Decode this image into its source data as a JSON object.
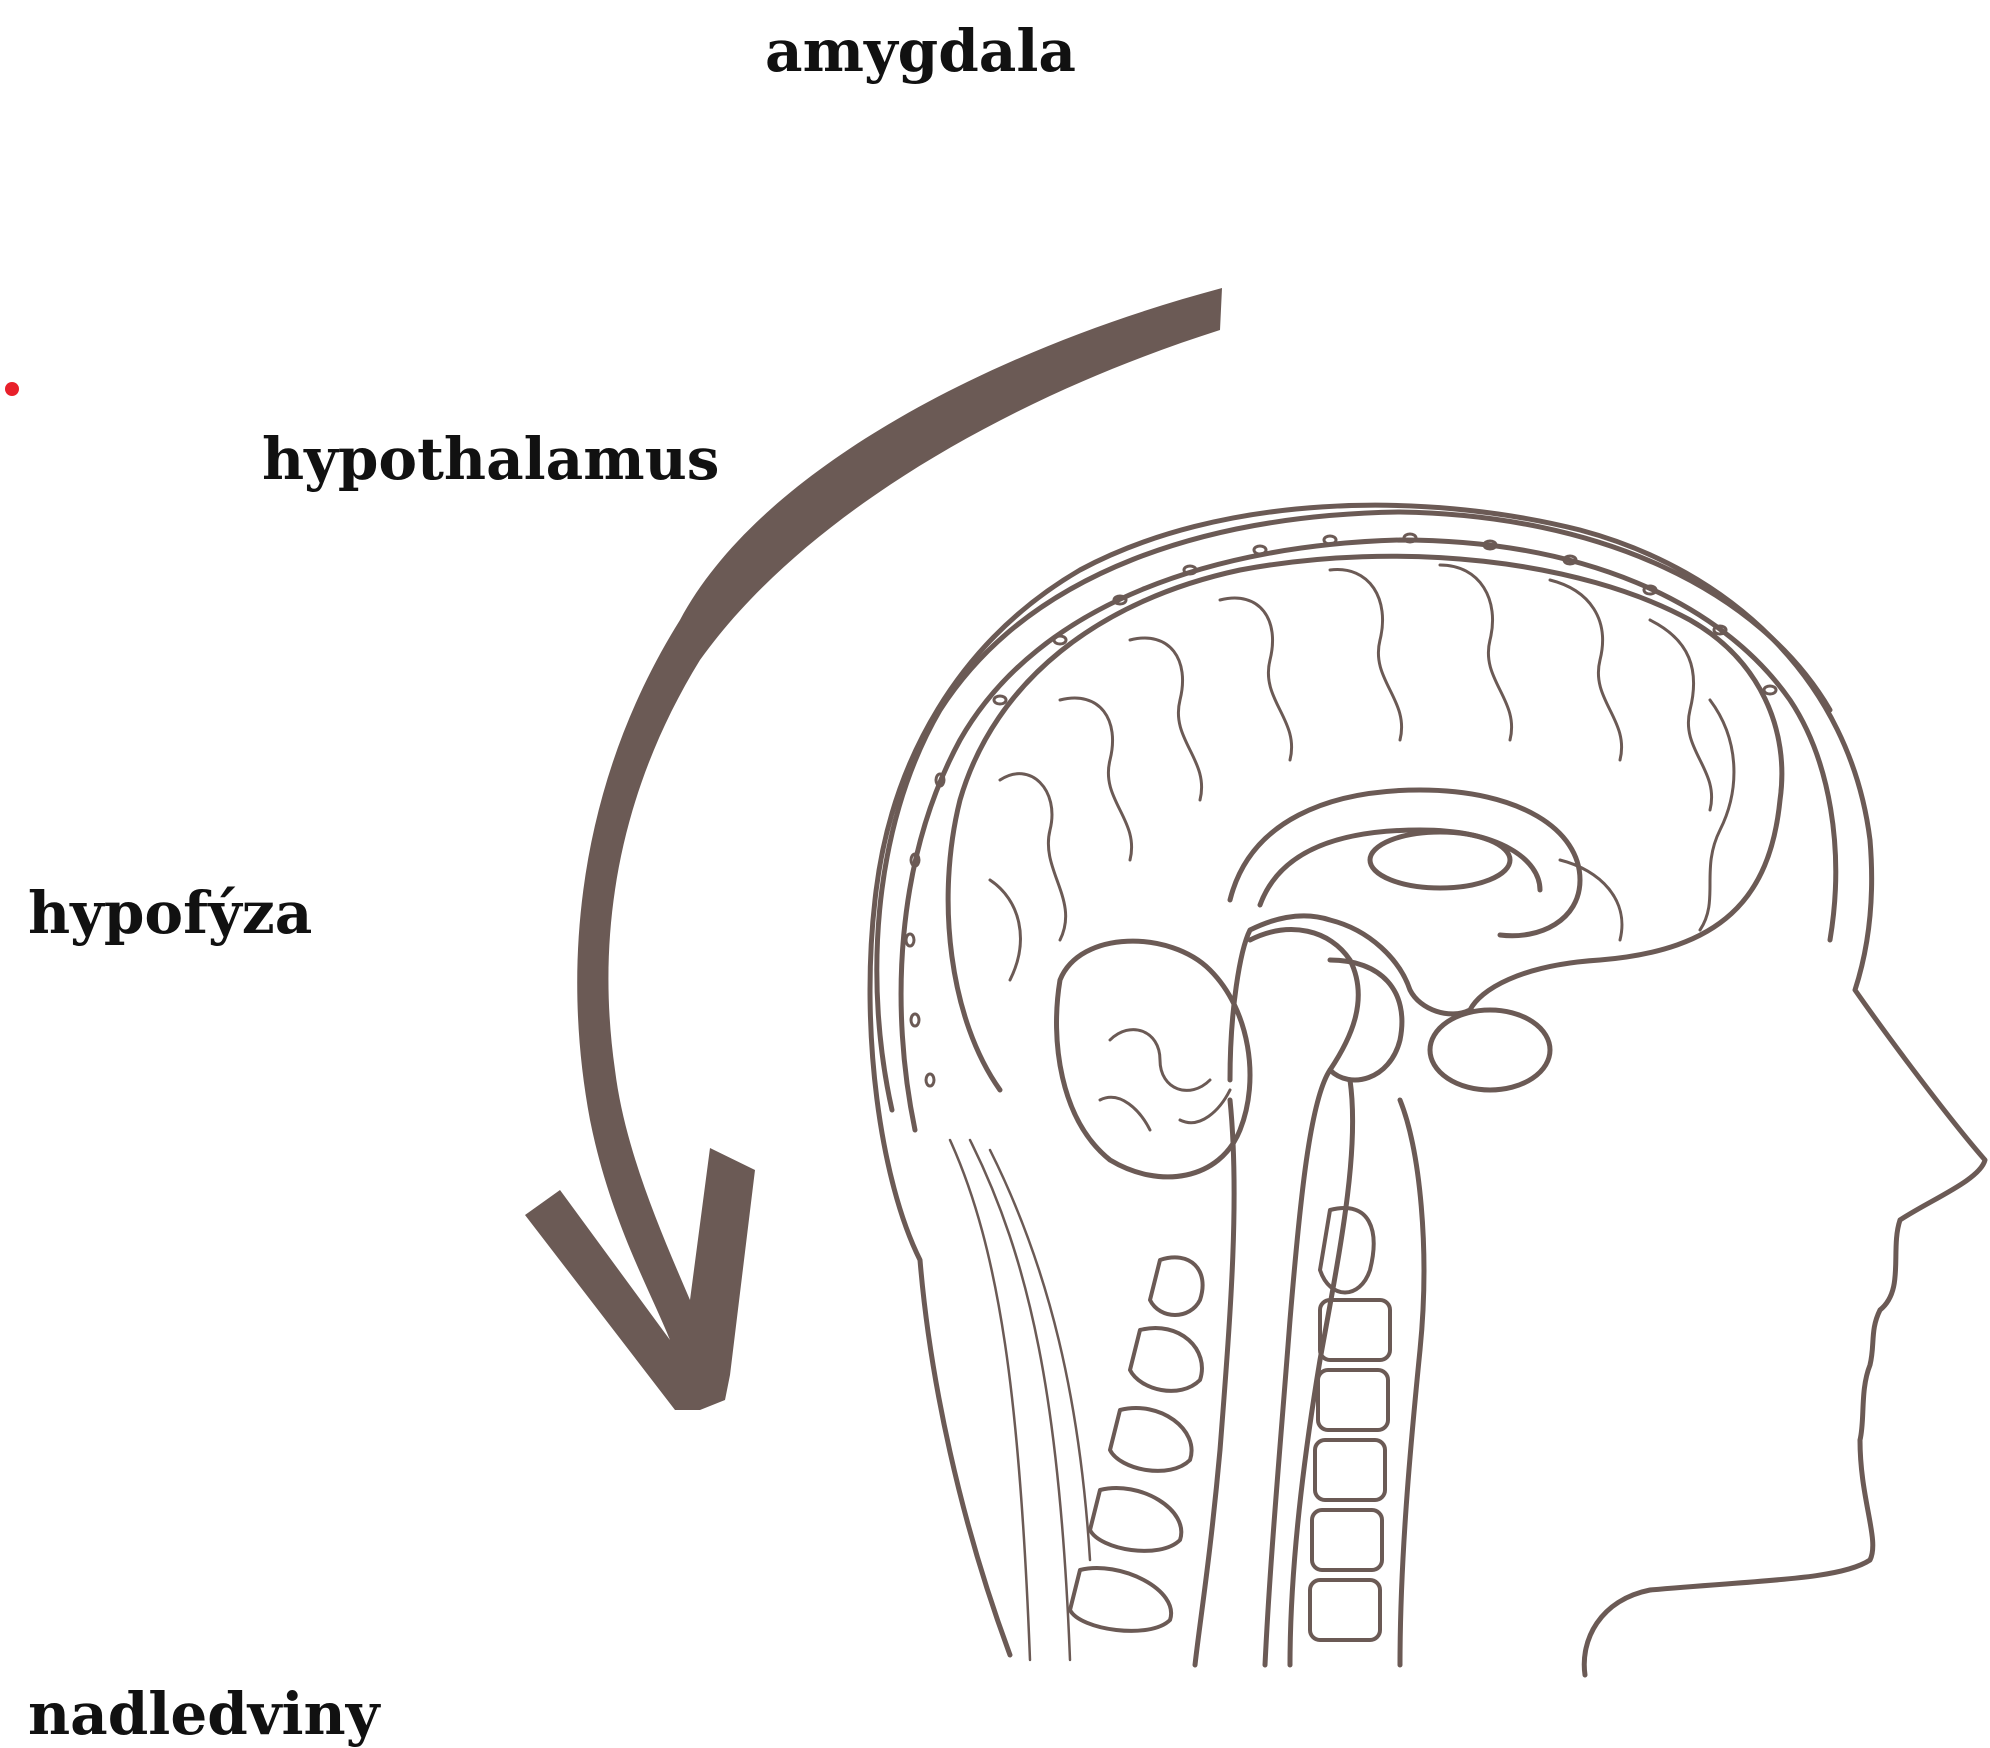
{
  "labels": {
    "amygdala": "amygdala",
    "hypothalamus": "hypothalamus",
    "hypofyza": "hypofýza",
    "nadledviny": "nadledviny"
  },
  "colors": {
    "line": "#6b5a55",
    "text": "#111111",
    "dot": "#e8202a",
    "background": "#ffffff"
  },
  "illustration": {
    "arrow": "curved-down-arrow-icon",
    "head": "head-brain-sagittal-section"
  }
}
